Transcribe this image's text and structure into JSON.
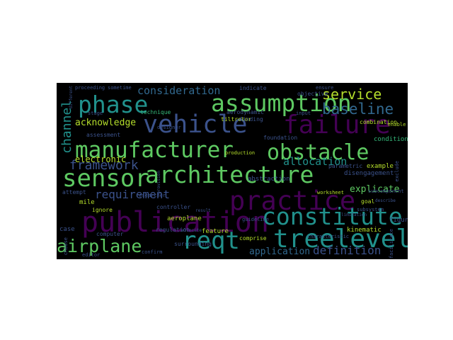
{
  "wordcloud": {
    "background": "#000000",
    "words": [
      {
        "text": "assumption",
        "color": "#5ec962"
      },
      {
        "text": "phase",
        "color": "#21918c"
      },
      {
        "text": "vehicle",
        "color": "#3b528b"
      },
      {
        "text": "failure",
        "color": "#440154"
      },
      {
        "text": "manufacturer",
        "color": "#5ec962"
      },
      {
        "text": "obstacle",
        "color": "#5ec962"
      },
      {
        "text": "sensor",
        "color": "#5ec962"
      },
      {
        "text": "architecture",
        "color": "#5ec962"
      },
      {
        "text": "practice",
        "color": "#440154"
      },
      {
        "text": "publication",
        "color": "#440154"
      },
      {
        "text": "constitute",
        "color": "#21918c"
      },
      {
        "text": "reqt",
        "color": "#21918c"
      },
      {
        "text": "treelevel",
        "color": "#21918c"
      },
      {
        "text": "airplane",
        "color": "#5ec962"
      },
      {
        "text": "baseline",
        "color": "#31688e"
      },
      {
        "text": "service",
        "color": "#b5de2b"
      },
      {
        "text": "consideration",
        "color": "#31688e"
      },
      {
        "text": "framework",
        "color": "#3b528b"
      },
      {
        "text": "requirement",
        "color": "#3b528b"
      },
      {
        "text": "channel",
        "color": "#21918c"
      },
      {
        "text": "acknowledge",
        "color": "#b5de2b"
      },
      {
        "text": "allocation",
        "color": "#21918c"
      },
      {
        "text": "explicate",
        "color": "#5ec962"
      },
      {
        "text": "definition",
        "color": "#3b528b"
      },
      {
        "text": "application",
        "color": "#31688e"
      },
      {
        "text": "electronic",
        "color": "#b5de2b"
      },
      {
        "text": "technique",
        "color": "#35b779"
      },
      {
        "text": "assessment",
        "color": "#3b528b"
      },
      {
        "text": "aerodynamic",
        "color": "#3b528b"
      },
      {
        "text": "tiltrotor",
        "color": "#b5de2b"
      },
      {
        "text": "foundation",
        "color": "#3b528b"
      },
      {
        "text": "finding",
        "color": "#3b528b"
      },
      {
        "text": "condition",
        "color": "#35b779"
      },
      {
        "text": "example",
        "color": "#b5de2b"
      },
      {
        "text": "disengagement",
        "color": "#3b528b"
      },
      {
        "text": "parametric",
        "color": "#3b528b"
      },
      {
        "text": "abstraction",
        "color": "#3b528b"
      },
      {
        "text": "kinematic",
        "color": "#b5de2b"
      },
      {
        "text": "controller",
        "color": "#3b528b"
      },
      {
        "text": "regulation",
        "color": "#3b528b"
      },
      {
        "text": "computer",
        "color": "#3b528b"
      },
      {
        "text": "aeroplane",
        "color": "#b5de2b"
      },
      {
        "text": "feature",
        "color": "#b5de2b"
      },
      {
        "text": "comprise",
        "color": "#b5de2b"
      },
      {
        "text": "surrounding",
        "color": "#3b528b"
      },
      {
        "text": "ignore",
        "color": "#b5de2b"
      },
      {
        "text": "mile",
        "color": "#b5de2b"
      },
      {
        "text": "attempt",
        "color": "#3b528b"
      },
      {
        "text": "case",
        "color": "#3b528b"
      },
      {
        "text": "choose",
        "color": "#3b528b"
      },
      {
        "text": "confirm",
        "color": "#3b528b"
      },
      {
        "text": "figure",
        "color": "#3b528b"
      },
      {
        "text": "goal",
        "color": "#b5de2b"
      },
      {
        "text": "objective",
        "color": "#3b528b"
      },
      {
        "text": "indicate",
        "color": "#3b528b"
      },
      {
        "text": "combination",
        "color": "#b5de2b"
      },
      {
        "text": "proceeding",
        "color": "#3b528b"
      },
      {
        "text": "sometime",
        "color": "#3b528b"
      },
      {
        "text": "stage",
        "color": "#3b528b"
      },
      {
        "text": "designer",
        "color": "#3b528b"
      },
      {
        "text": "input",
        "color": "#3b528b"
      },
      {
        "text": "ensure",
        "color": "#3b528b"
      },
      {
        "text": "exclude",
        "color": "#3b528b"
      },
      {
        "text": "production",
        "color": "#b5de2b"
      },
      {
        "text": "guideline",
        "color": "#3b528b"
      },
      {
        "text": "limitation",
        "color": "#3b528b"
      },
      {
        "text": "subsystem",
        "color": "#3b528b"
      },
      {
        "text": "worksheet",
        "color": "#b5de2b"
      },
      {
        "text": "researcher",
        "color": "#3b528b"
      },
      {
        "text": "result",
        "color": "#3b528b"
      },
      {
        "text": "characteristic",
        "color": "#3b528b"
      },
      {
        "text": "facilitate",
        "color": "#3b528b"
      },
      {
        "text": "subcomponent",
        "color": "#3b528b"
      },
      {
        "text": "enable",
        "color": "#b5de2b"
      },
      {
        "text": "different",
        "color": "#3b528b"
      },
      {
        "text": "editor",
        "color": "#3b528b"
      },
      {
        "text": "provision",
        "color": "#3b528b"
      },
      {
        "text": "describe",
        "color": "#3b528b"
      },
      {
        "text": "allocate",
        "color": "#3b528b"
      }
    ]
  }
}
